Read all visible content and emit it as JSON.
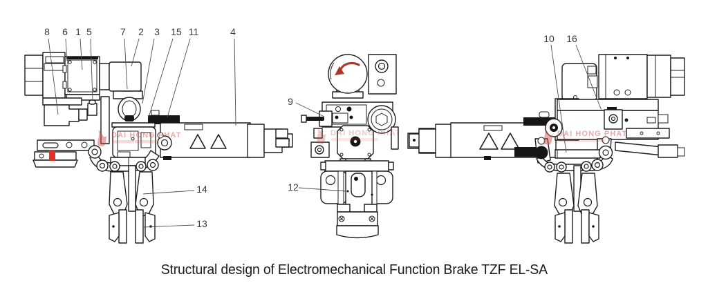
{
  "caption": "Structural design of Electromechanical Function Brake TZF EL-SA",
  "watermark": {
    "text": "DAI HONG PHAT"
  },
  "callouts": [
    {
      "label": "8"
    },
    {
      "label": "6"
    },
    {
      "label": "1"
    },
    {
      "label": "5"
    },
    {
      "label": "7"
    },
    {
      "label": "2"
    },
    {
      "label": "3"
    },
    {
      "label": "15"
    },
    {
      "label": "11"
    },
    {
      "label": "4"
    },
    {
      "label": "9"
    },
    {
      "label": "12"
    },
    {
      "label": "10"
    },
    {
      "label": "16"
    },
    {
      "label": "14"
    },
    {
      "label": "13"
    }
  ],
  "colors": {
    "background": "#ffffff",
    "line": "#1d1d1d",
    "leader": "#4d4d4d",
    "label_text": "#3a3a3a",
    "red_marker": "#e03228",
    "rotation_arrow": "#a83a2e",
    "watermark_red": "#cc4a44",
    "caption_text": "#1c1c1c"
  },
  "icons": {
    "rotation_arrow": "counterclockwise-curved-arrow",
    "watermark_logo": "flame-logo",
    "barrel_marks": "hollow-warning-triangles"
  }
}
